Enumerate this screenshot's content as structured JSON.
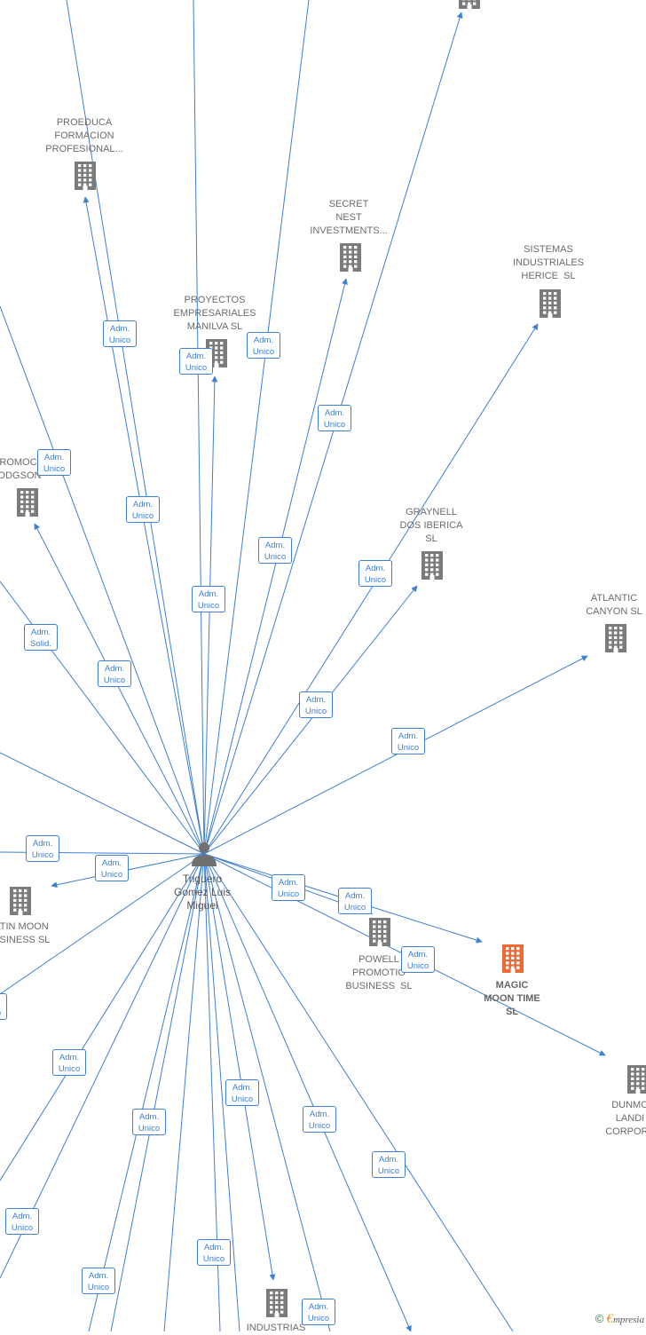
{
  "colors": {
    "edge": "#3d7fd0",
    "company": "#7b7b7b",
    "highlight": "#f06a35",
    "person": "#707070"
  },
  "person": {
    "label": "Triguero\nGomez Luis\nMiguel",
    "icon": "person-icon"
  },
  "companies": [
    {
      "id": "top-right",
      "label": ""
    },
    {
      "id": "proeduca",
      "label": "PROEDUCA\nFORMACION\nPROFESIONAL..."
    },
    {
      "id": "secret-nest",
      "label": "SECRET\nNEST\nINVESTMENTS..."
    },
    {
      "id": "sistemas",
      "label": "SISTEMAS\nINDUSTRIALES\nHERICE  SL"
    },
    {
      "id": "proyectos",
      "label": "PROYECTOS\nEMPRESARIALES\nMANILVA SL"
    },
    {
      "id": "promoc",
      "label": "ROMOCI\nODGSON"
    },
    {
      "id": "graynell",
      "label": "GRAYNELL\nDOS IBERICA\nSL"
    },
    {
      "id": "atlantic",
      "label": "ATLANTIC\nCANYON SL"
    },
    {
      "id": "latin-moon",
      "label": "ATIN MOON\nUSINESS SL"
    },
    {
      "id": "powell",
      "label": "POWELL\nPROMOTIO\nBUSINESS  SL"
    },
    {
      "id": "magic-moon",
      "label": "MAGIC\nMOON TIME\nSL",
      "highlight": true
    },
    {
      "id": "dunmo",
      "label": "DUNMO\nLANDI\nCORPORA"
    },
    {
      "id": "industrias",
      "label": "INDUSTRIAS"
    }
  ],
  "badges": [
    {
      "line1": "Adm.",
      "line2": "Unico"
    },
    {
      "line1": "Adm.",
      "line2": "Unico"
    },
    {
      "line1": "Adm.",
      "line2": "Unico"
    },
    {
      "line1": "Adm.",
      "line2": "Unico"
    },
    {
      "line1": "Adm.",
      "line2": "Unico"
    },
    {
      "line1": "Adm.",
      "line2": "Unico"
    },
    {
      "line1": "Adm.",
      "line2": "Unico"
    },
    {
      "line1": "Adm.",
      "line2": "Unico"
    },
    {
      "line1": "Adm.",
      "line2": "Unico"
    },
    {
      "line1": "Adm.",
      "line2": "Solid."
    },
    {
      "line1": "Adm.",
      "line2": "Unico"
    },
    {
      "line1": "Adm.",
      "line2": "Unico"
    },
    {
      "line1": "Adm.",
      "line2": "Unico"
    },
    {
      "line1": "Adm.",
      "line2": "Unico"
    },
    {
      "line1": "Adm.",
      "line2": "Unico"
    },
    {
      "line1": "Adm.",
      "line2": "Unico"
    },
    {
      "line1": "Adm.",
      "line2": "Unico"
    },
    {
      "line1": "Adm.",
      "line2": "Unico"
    },
    {
      "line1": "Adm.",
      "line2": "Unico"
    },
    {
      "line1": "Adm.",
      "line2": "Unico"
    },
    {
      "line1": "Adm.",
      "line2": "Unico"
    },
    {
      "line1": "Adm.",
      "line2": "Unico"
    },
    {
      "line1": "Adm.",
      "line2": "Unico"
    },
    {
      "line1": "Adm.",
      "line2": "Unico"
    },
    {
      "line1": "Adm.",
      "line2": "Unico"
    },
    {
      "line1": "Adm.",
      "line2": "Unico"
    },
    {
      "line1": "Adm.",
      "line2": "Unico"
    },
    {
      "line1": "Adm.",
      "line2": "Unico"
    }
  ],
  "copyright": {
    "symbol": "©",
    "brand_initial": "€",
    "brand_rest": "mpresia"
  }
}
